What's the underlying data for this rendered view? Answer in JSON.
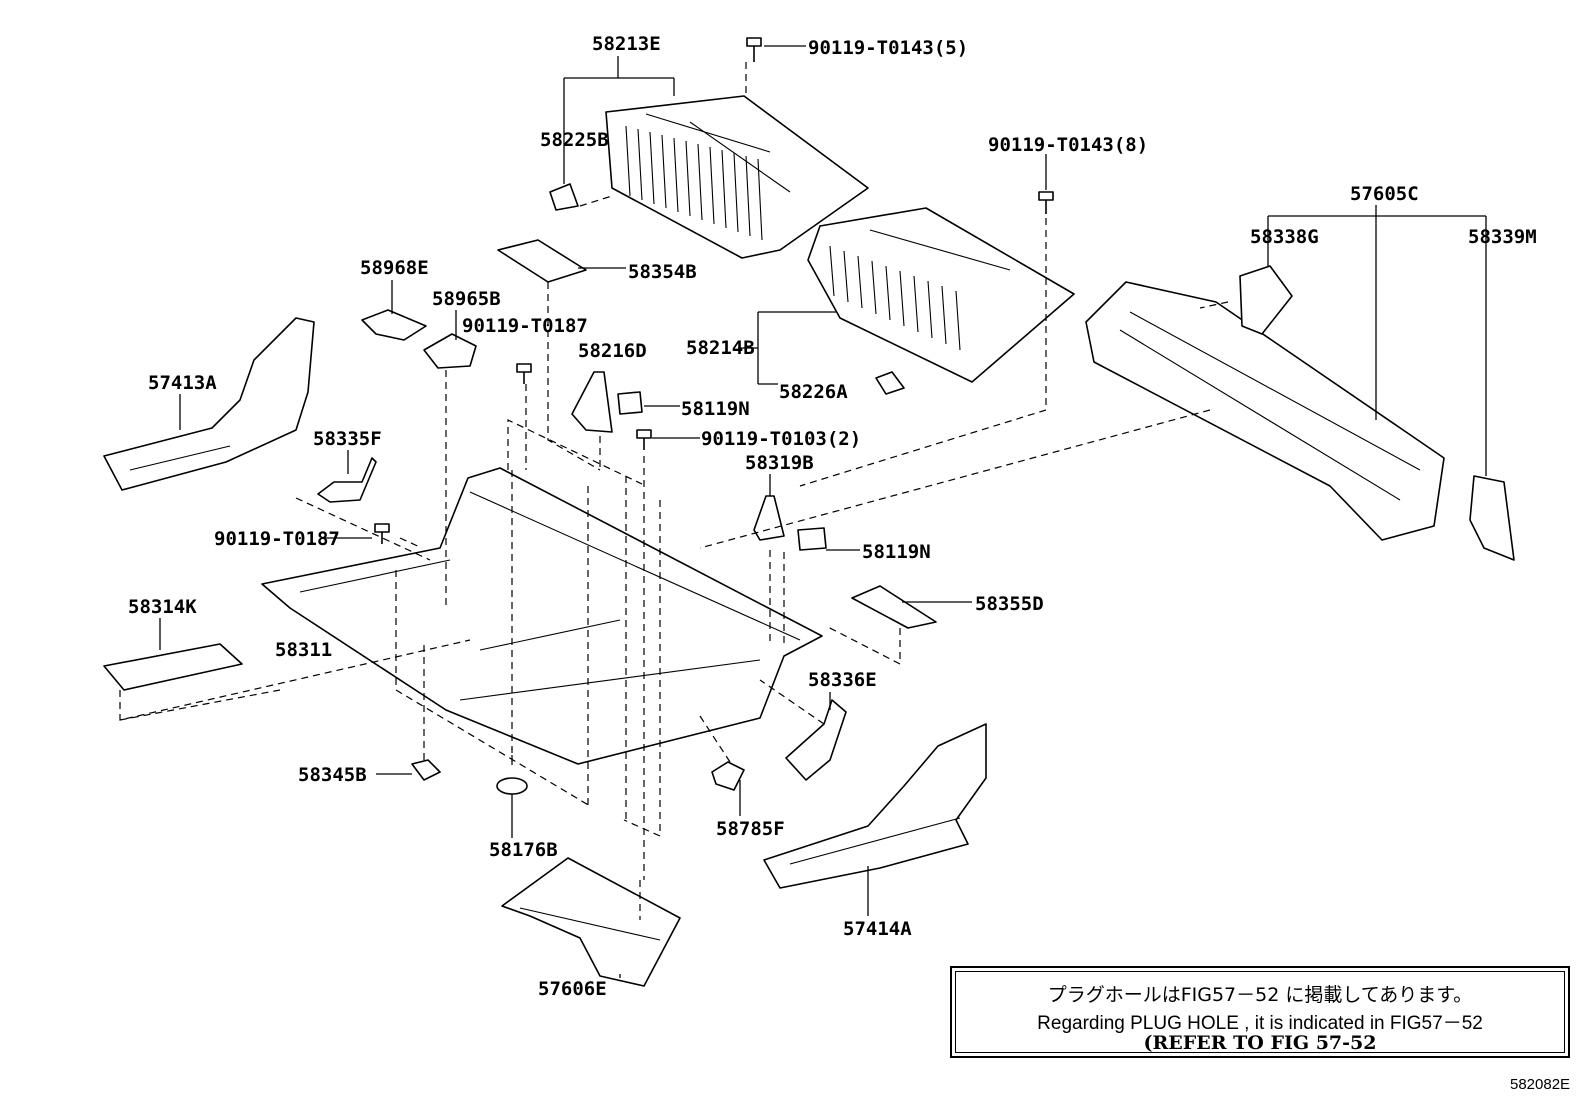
{
  "diagram": {
    "parts": [
      {
        "id": "p58213E",
        "label": "58213E"
      },
      {
        "id": "p90119T0143_5",
        "label": "90119-T0143(5)"
      },
      {
        "id": "p58225B",
        "label": "58225B"
      },
      {
        "id": "p90119T0143_8",
        "label": "90119-T0143(8)"
      },
      {
        "id": "p57605C",
        "label": "57605C"
      },
      {
        "id": "p58338G",
        "label": "58338G"
      },
      {
        "id": "p58339M",
        "label": "58339M"
      },
      {
        "id": "p58354B",
        "label": "58354B"
      },
      {
        "id": "p58968E",
        "label": "58968E"
      },
      {
        "id": "p58965B",
        "label": "58965B"
      },
      {
        "id": "p90119T0187a",
        "label": "90119-T0187"
      },
      {
        "id": "p58216D",
        "label": "58216D"
      },
      {
        "id": "p58214B",
        "label": "58214B"
      },
      {
        "id": "p57413A",
        "label": "57413A"
      },
      {
        "id": "p58226A",
        "label": "58226A"
      },
      {
        "id": "p58119Na",
        "label": "58119N"
      },
      {
        "id": "p58335F",
        "label": "58335F"
      },
      {
        "id": "p90119T0103_2",
        "label": "90119-T0103(2)"
      },
      {
        "id": "p58319B",
        "label": "58319B"
      },
      {
        "id": "p90119T0187b",
        "label": "90119-T0187"
      },
      {
        "id": "p58119Nb",
        "label": "58119N"
      },
      {
        "id": "p58314K",
        "label": "58314K"
      },
      {
        "id": "p58355D",
        "label": "58355D"
      },
      {
        "id": "p58311",
        "label": "58311"
      },
      {
        "id": "p58336E",
        "label": "58336E"
      },
      {
        "id": "p58345B",
        "label": "58345B"
      },
      {
        "id": "p58785F",
        "label": "58785F"
      },
      {
        "id": "p58176B",
        "label": "58176B"
      },
      {
        "id": "p57414A",
        "label": "57414A"
      },
      {
        "id": "p57606E",
        "label": "57606E"
      }
    ],
    "note": {
      "japanese": "プラグホールはFIG57－52 に掲載してあります。",
      "english": "Regarding  PLUG HOLE , it is indicated  in  FIG57－52",
      "reference": "(REFER TO FIG 57-52"
    },
    "code": "582082E"
  }
}
